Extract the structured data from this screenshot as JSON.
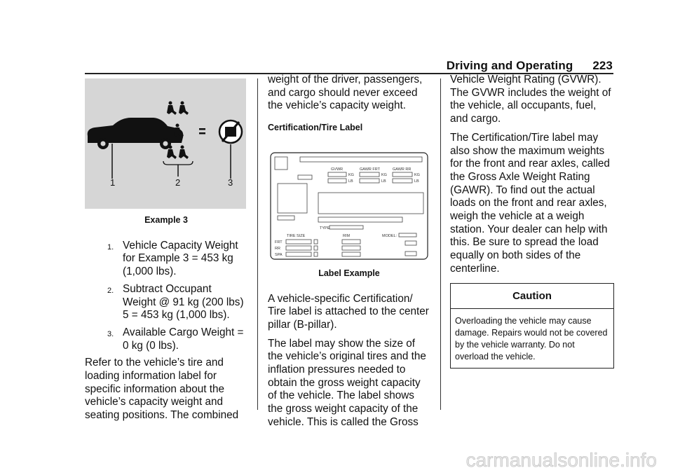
{
  "header": {
    "section": "Driving and Operating",
    "page": "223"
  },
  "col1": {
    "figure_callouts": [
      "1",
      "2",
      "3"
    ],
    "caption": "Example 3",
    "steps": [
      {
        "num": "1.",
        "text": "Vehicle Capacity Weight for Example 3 = 453 kg (1,000 lbs)."
      },
      {
        "num": "2.",
        "text": "Subtract Occupant Weight @ 91 kg (200 lbs)    5 = 453 kg (1,000 lbs)."
      },
      {
        "num": "3.",
        "text": "Available Cargo Weight = 0 kg (0 lbs)."
      }
    ],
    "para": "Refer to the vehicle’s tire and loading information label for specific information about the vehicle’s capacity weight and seating positions. The combined"
  },
  "col2": {
    "para1": "weight of the driver, passengers, and cargo should never exceed the vehicle’s capacity weight.",
    "subhead": "Certification/Tire Label",
    "label": {
      "gvwr": "GVWR",
      "gawr_frt": "GAWR FRT",
      "gawr_rr": "GAWR RR",
      "kg": "KG",
      "lb": "LB",
      "type": "TYPE",
      "model": "MODEL:",
      "tire_size": "TIRE SIZE",
      "rim": "RIM",
      "frt": "FRT",
      "rr": "RR",
      "spa": "SPA"
    },
    "caption": "Label Example",
    "para2": "A vehicle-specific Certification/ Tire label is attached to the center pillar (B-pillar).",
    "para3": "The label may show the size of the vehicle’s original tires and the inflation pressures needed to obtain the gross weight capacity of the vehicle. The label shows the gross weight capacity of the vehicle. This is called the Gross"
  },
  "col3": {
    "para1": "Vehicle Weight Rating (GVWR). The GVWR includes the weight of the vehicle, all occupants, fuel, and cargo.",
    "para2": "The Certification/Tire label may also show the maximum weights for the front and rear axles, called the Gross Axle Weight Rating (GAWR). To find out the actual loads on the front and rear axles, weigh the vehicle at a weigh station. Your dealer can help with this. Be sure to spread the load equally on both sides of the centerline.",
    "caution_title": "Caution",
    "caution_text": "Overloading the vehicle may cause damage. Repairs would not be covered by the vehicle warranty. Do not overload the vehicle."
  },
  "footer": {
    "watermark": "carmanualsonline.info"
  }
}
